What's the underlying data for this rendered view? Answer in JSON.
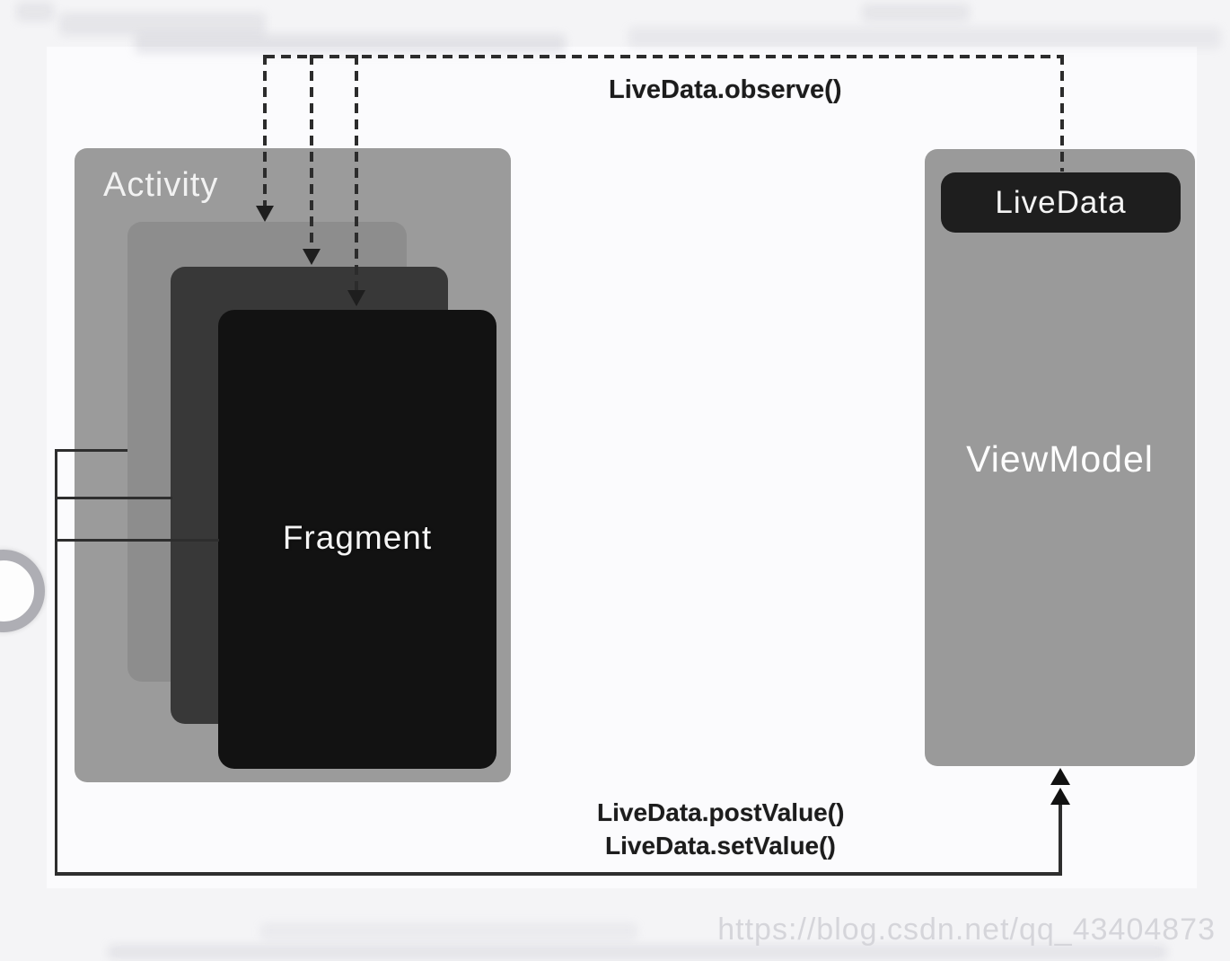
{
  "diagram": {
    "title_hint": "Android LiveData / ViewModel data-flow diagram",
    "nodes": {
      "activity": {
        "label": "Activity"
      },
      "fragment": {
        "label": "Fragment"
      },
      "viewmodel": {
        "label": "ViewModel"
      },
      "livedata": {
        "label": "LiveData"
      }
    },
    "edges": {
      "observe_label": "LiveData.observe()",
      "postvalue_label": "LiveData.postValue()",
      "setvalue_label": "LiveData.setValue()"
    },
    "watermark": "https://blog.csdn.net/qq_43404873",
    "colors": {
      "page_background": "#f4f4f6",
      "canvas_background": "#fbfbfd",
      "activity_box": "#9b9b9b",
      "fragment_back": "#8d8d8d",
      "fragment_middle": "#383838",
      "fragment_front": "#121212",
      "viewmodel_box": "#9a9a9a",
      "livedata_chip": "#1e1e1e",
      "connector_line": "#2c2c2c",
      "label_text": "#1c1c1c",
      "box_label_text": "#f5f5f5",
      "watermark_text": "#d5d5da"
    }
  }
}
